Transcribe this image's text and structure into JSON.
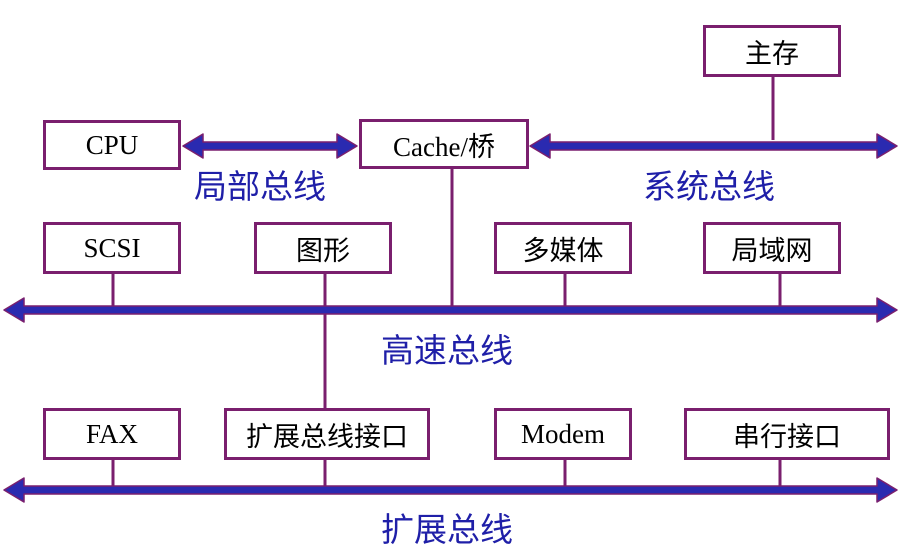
{
  "colors": {
    "box_border": "#7a1f6e",
    "bus_fill": "#2a2ab0",
    "bus_outline": "#7a1f6e",
    "label": "#1f1fa8"
  },
  "boxes": {
    "cpu": "CPU",
    "cache_bridge": "Cache/桥",
    "main_memory": "主存",
    "scsi": "SCSI",
    "graphics": "图形",
    "multimedia": "多媒体",
    "lan": "局域网",
    "fax": "FAX",
    "expansion_interface": "扩展总线接口",
    "modem": "Modem",
    "serial_interface": "串行接口"
  },
  "buses": {
    "local_bus": "局部总线",
    "system_bus": "系统总线",
    "high_speed_bus": "高速总线",
    "expansion_bus": "扩展总线"
  }
}
